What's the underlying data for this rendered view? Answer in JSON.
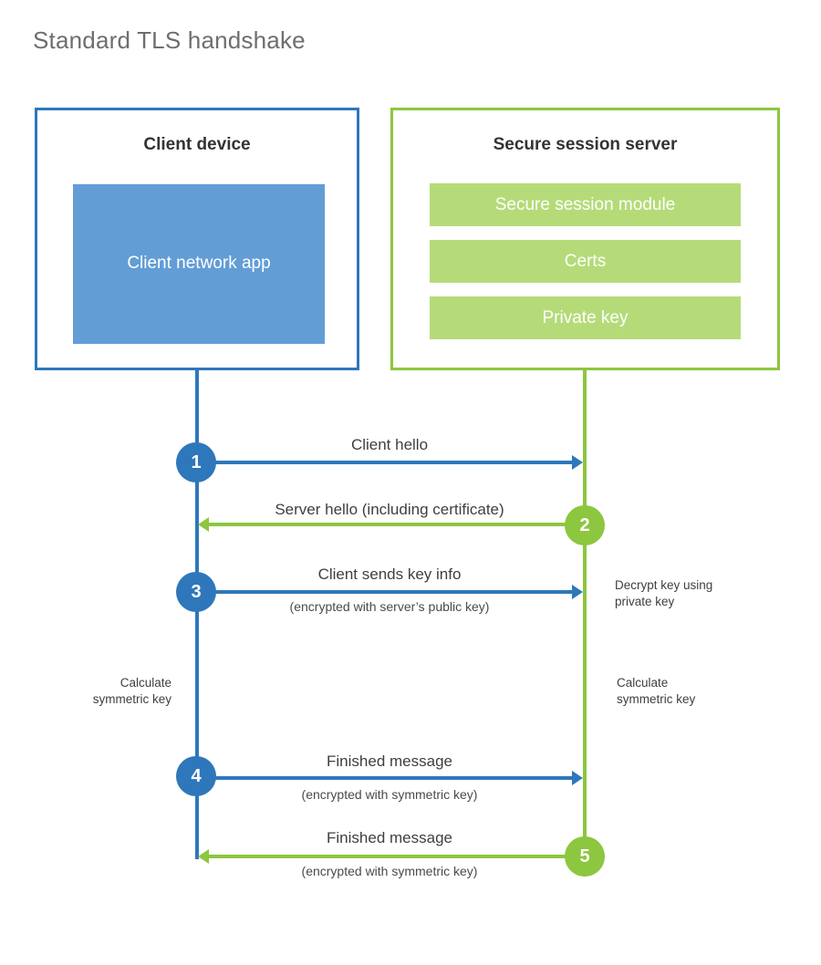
{
  "title": "Standard TLS handshake",
  "colors": {
    "client_border": "#2e77bb",
    "client_fill": "#629dd6",
    "server_border": "#8dc63f",
    "server_fill": "#b5db79",
    "title_text": "#6e6e6e",
    "body_text": "#3f3f3f"
  },
  "client_panel": {
    "title": "Client device",
    "app_label": "Client network app"
  },
  "server_panel": {
    "title": "Secure session server",
    "bars": [
      {
        "label": "Secure session module"
      },
      {
        "label": "Certs"
      },
      {
        "label": "Private key"
      }
    ]
  },
  "steps": [
    {
      "number": "1",
      "direction": "client-to-server",
      "label": "Client hello",
      "sub": ""
    },
    {
      "number": "2",
      "direction": "server-to-client",
      "label": "Server hello (including certificate)",
      "sub": ""
    },
    {
      "number": "3",
      "direction": "client-to-server",
      "label": "Client sends key info",
      "sub": "(encrypted with server’s public key)"
    },
    {
      "number": "4",
      "direction": "client-to-server",
      "label": "Finished message",
      "sub": "(encrypted with symmetric key)"
    },
    {
      "number": "5",
      "direction": "server-to-client",
      "label": "Finished message",
      "sub": "(encrypted with symmetric key)"
    }
  ],
  "annotations": {
    "server_decrypt": "Decrypt key using\nprivate key",
    "server_decrypt_line1": "Decrypt key using",
    "server_decrypt_line2": "private key",
    "client_calc_line1": "Calculate",
    "client_calc_line2": "symmetric key",
    "server_calc_line1": "Calculate",
    "server_calc_line2": "symmetric key"
  }
}
